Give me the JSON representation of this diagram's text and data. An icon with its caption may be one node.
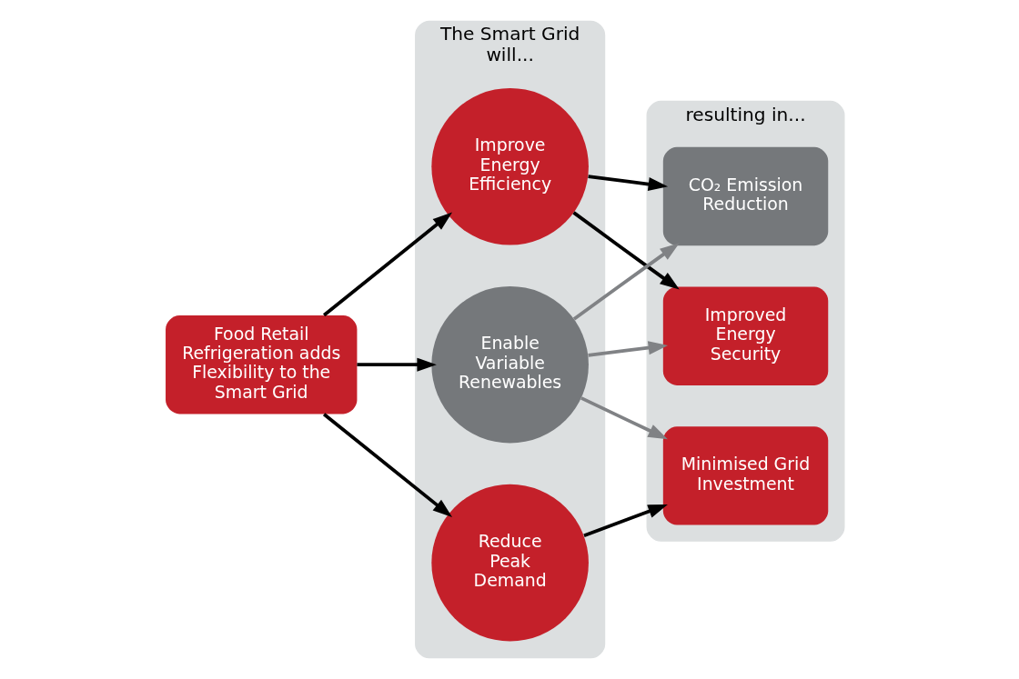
{
  "diagram": {
    "nodes": [
      {
        "text": [
          "Food Retail Refrigeration adds Flexibility to the Smart Grid"
        ]
      },
      {
        "text": [
          "The Smart Grid will..."
        ]
      },
      {
        "text": [
          "Improve Energy Efficiency"
        ],
        "in": 1
      },
      {
        "text": [
          "Enable Variable Renewables"
        ],
        "in": 1
      },
      {
        "text": [
          "Reduce Peak Demand"
        ],
        "in": 1
      },
      {
        "text": [
          "resulting in..."
        ]
      },
      {
        "text": [
          "CO₂ Emission Reduction"
        ],
        "in": 5
      },
      {
        "text": [
          "Improved Energy Security"
        ],
        "in": 5
      },
      {
        "text": [
          "Minimised Grid Investment"
        ],
        "in": 5
      }
    ],
    "edges": [
      {
        "from": 0,
        "to": 2,
        "arrow": "to"
      },
      {
        "from": 0,
        "to": 3,
        "arrow": "to"
      },
      {
        "from": 0,
        "to": 4,
        "arrow": "to"
      },
      {
        "from": 2,
        "to": 6,
        "arrow": "to"
      },
      {
        "from": 2,
        "to": 7,
        "arrow": "to"
      },
      {
        "from": 3,
        "to": 6,
        "arrow": "to",
        "color": "#808285"
      },
      {
        "from": 3,
        "to": 7,
        "arrow": "to",
        "color": "#808285"
      },
      {
        "from": 3,
        "to": 8,
        "arrow": "to",
        "color": "#808285"
      },
      {
        "from": 4,
        "to": 8,
        "arrow": "to"
      }
    ]
  }
}
